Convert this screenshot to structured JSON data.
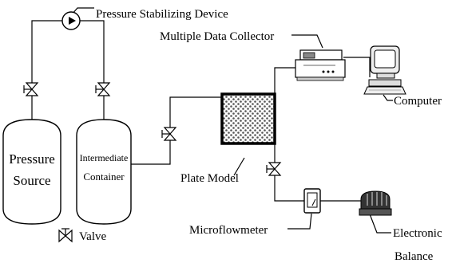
{
  "labels": {
    "pressure_stabilizing_device": "Pressure Stabilizing Device",
    "multiple_data_collector": "Multiple Data Collector",
    "computer": "Computer",
    "pressure_source_line1": "Pressure",
    "pressure_source_line2": "Source",
    "intermediate_container_line1": "Intermediate",
    "intermediate_container_line2": "Container",
    "plate_model": "Plate Model",
    "microflowmeter": "Microflowmeter",
    "electronic_balance_line1": "Electronic",
    "electronic_balance_line2": "Balance",
    "valve_legend": "Valve"
  }
}
